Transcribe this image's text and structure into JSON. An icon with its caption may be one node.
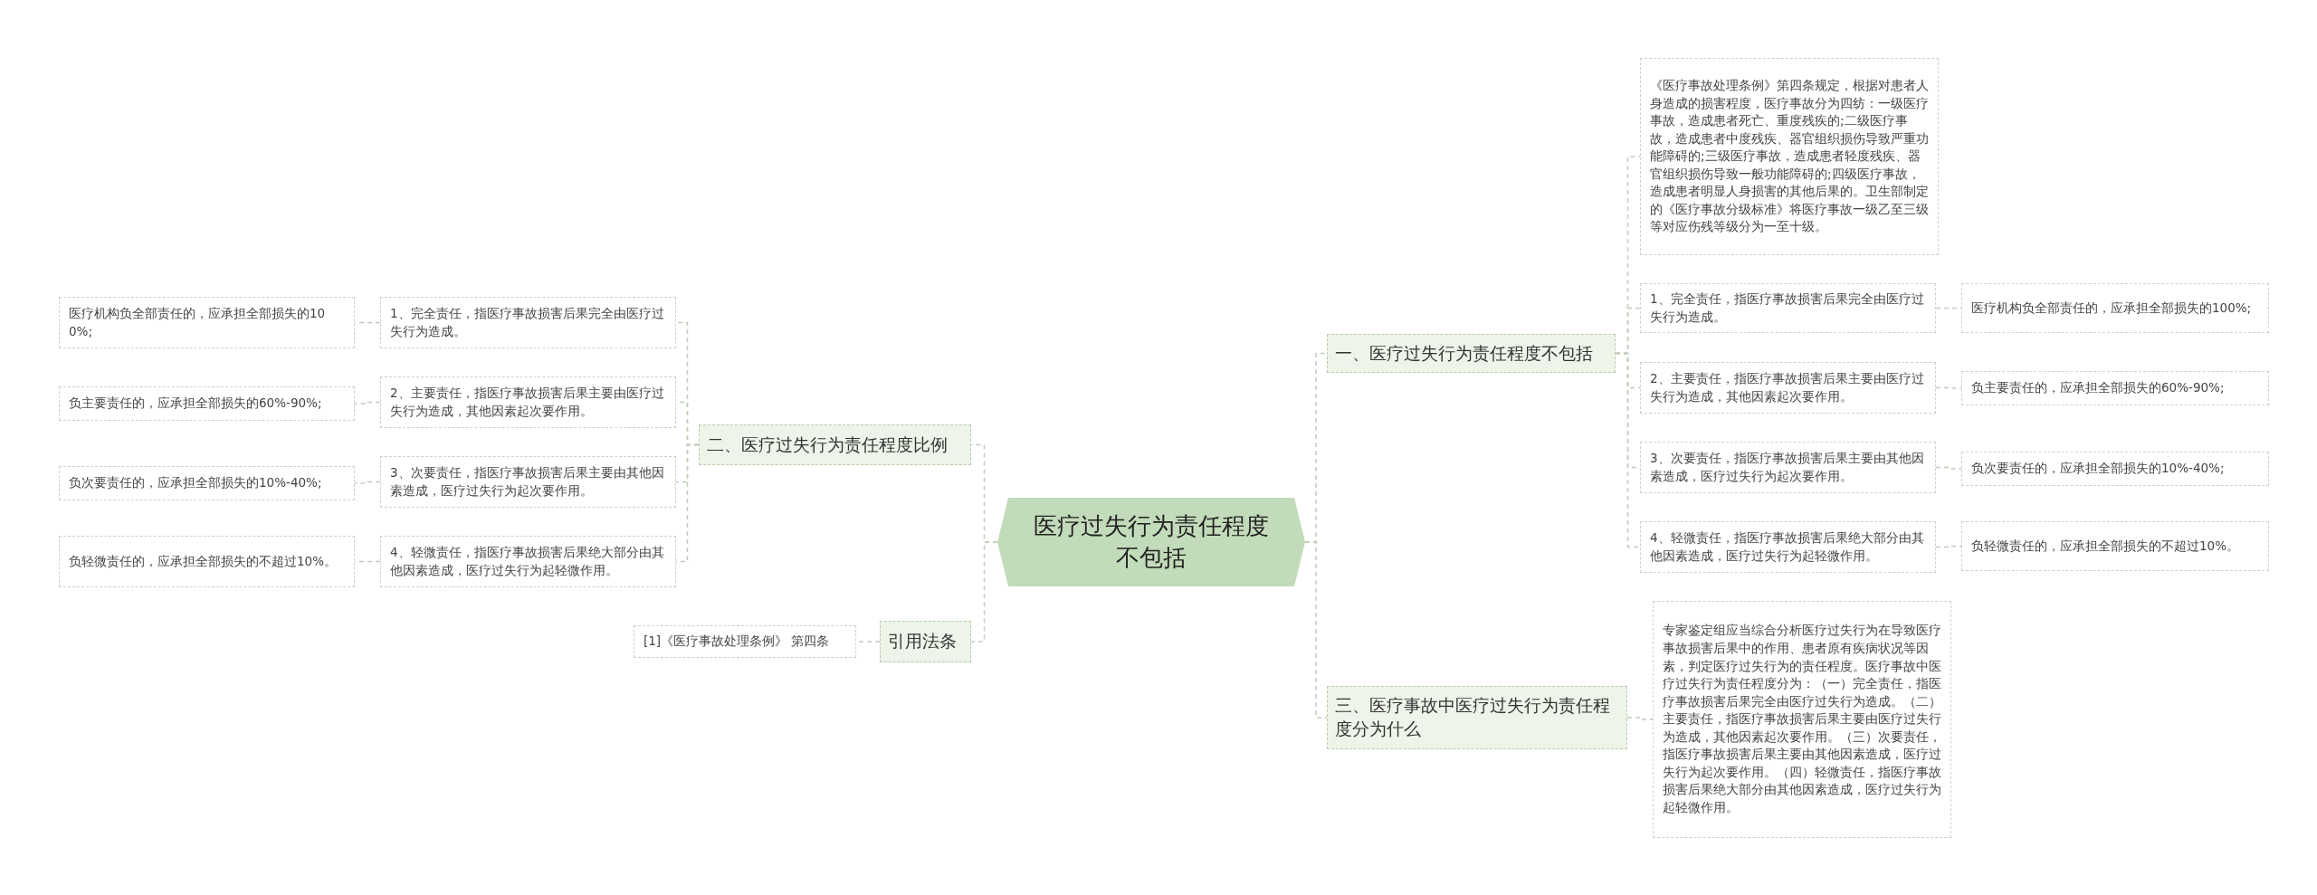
{
  "diagram": {
    "nodes": [
      {
        "text": [
          "医疗过失行为责任程度不包括"
        ]
      },
      {
        "text": [
          "一、医疗过失行为责任程度不包括"
        ]
      },
      {
        "text": [
          "《医疗事故处理条例》第四条规定，根据对患者人身造成的损害程度，医疗事故分为四纺：一级医疗事故，造成患者死亡、重度残疾的;二级医疗事故，造成患者中度残疾、器官组织损伤导致严重功能障碍的;三级医疗事故，造成患者轻度残疾、器官组织损伤导致一般功能障碍的;四级医疗事故，造成患者明显人身损害的其他后果的。卫生部制定的《医疗事故分级标准》将医疗事故一级乙至三级等对应伤残等级分为一至十级。"
        ]
      },
      {
        "text": [
          "1、完全责任，指医疗事故损害后果完全由医疗过失行为造成。"
        ]
      },
      {
        "text": [
          "医疗机构负全部责任的，应承担全部损失的100%;"
        ]
      },
      {
        "text": [
          "2、主要责任，指医疗事故损害后果主要由医疗过失行为造成，其他因素起次要作用。"
        ]
      },
      {
        "text": [
          "负主要责任的，应承担全部损失的60%-90%;"
        ]
      },
      {
        "text": [
          "3、次要责任，指医疗事故损害后果主要由其他因素造成，医疗过失行为起次要作用。"
        ]
      },
      {
        "text": [
          "负次要责任的，应承担全部损失的10%-40%;"
        ]
      },
      {
        "text": [
          "4、轻微责任，指医疗事故损害后果绝大部分由其他因素造成，医疗过失行为起轻微作用。"
        ]
      },
      {
        "text": [
          "负轻微责任的，应承担全部损失的不超过10%。"
        ]
      },
      {
        "text": [
          "三、医疗事故中医疗过失行为责任程度分为什么"
        ]
      },
      {
        "text": [
          "专家鉴定组应当综合分析医疗过失行为在导致医疗事故损害后果中的作用、患者原有疾病状况等因素，判定医疗过失行为的责任程度。医疗事故中医疗过失行为责任程度分为：（一）完全责任，指医疗事故损害后果完全由医疗过失行为造成。（二）主要责任，指医疗事故损害后果主要由医疗过失行为造成，其他因素起次要作用。（三）次要责任，指医疗事故损害后果主要由其他因素造成，医疗过失行为起次要作用。（四）轻微责任，指医疗事故损害后果绝大部分由其他因素造成，医疗过失行为起轻微作用。"
        ]
      },
      {
        "text": [
          "二、医疗过失行为责任程度比例"
        ]
      },
      {
        "text": [
          "1、完全责任，指医疗事故损害后果完全由医疗过失行为造成。"
        ]
      },
      {
        "text": [
          "医疗机构负全部责任的，应承担全部损失的100%;"
        ]
      },
      {
        "text": [
          "2、主要责任，指医疗事故损害后果主要由医疗过失行为造成，其他因素起次要作用。"
        ]
      },
      {
        "text": [
          "负主要责任的，应承担全部损失的60%-90%;"
        ]
      },
      {
        "text": [
          "3、次要责任，指医疗事故损害后果主要由其他因素造成，医疗过失行为起次要作用。"
        ]
      },
      {
        "text": [
          "负次要责任的，应承担全部损失的10%-40%;"
        ]
      },
      {
        "text": [
          "4、轻微责任，指医疗事故损害后果绝大部分由其他因素造成，医疗过失行为起轻微作用。"
        ]
      },
      {
        "text": [
          "负轻微责任的，应承担全部损失的不超过10%。"
        ]
      },
      {
        "text": [
          "引用法条"
        ]
      },
      {
        "text": [
          "[1]《医疗事故处理条例》 第四条"
        ]
      }
    ],
    "edges": [
      {
        "from": 0,
        "to": 1,
        "arrow": "none"
      },
      {
        "from": 1,
        "to": 2,
        "arrow": "none"
      },
      {
        "from": 1,
        "to": 3,
        "arrow": "none"
      },
      {
        "from": 3,
        "to": 4,
        "arrow": "none"
      },
      {
        "from": 1,
        "to": 5,
        "arrow": "none"
      },
      {
        "from": 5,
        "to": 6,
        "arrow": "none"
      },
      {
        "from": 1,
        "to": 7,
        "arrow": "none"
      },
      {
        "from": 7,
        "to": 8,
        "arrow": "none"
      },
      {
        "from": 1,
        "to": 9,
        "arrow": "none"
      },
      {
        "from": 9,
        "to": 10,
        "arrow": "none"
      },
      {
        "from": 0,
        "to": 11,
        "arrow": "none"
      },
      {
        "from": 11,
        "to": 12,
        "arrow": "none"
      },
      {
        "from": 0,
        "to": 13,
        "arrow": "none"
      },
      {
        "from": 13,
        "to": 14,
        "arrow": "none"
      },
      {
        "from": 14,
        "to": 15,
        "arrow": "none"
      },
      {
        "from": 13,
        "to": 16,
        "arrow": "none"
      },
      {
        "from": 16,
        "to": 17,
        "arrow": "none"
      },
      {
        "from": 13,
        "to": 18,
        "arrow": "none"
      },
      {
        "from": 18,
        "to": 19,
        "arrow": "none"
      },
      {
        "from": 13,
        "to": 20,
        "arrow": "none"
      },
      {
        "from": 20,
        "to": 21,
        "arrow": "none"
      },
      {
        "from": 0,
        "to": 22,
        "arrow": "none"
      },
      {
        "from": 22,
        "to": 23,
        "arrow": "none"
      }
    ]
  }
}
